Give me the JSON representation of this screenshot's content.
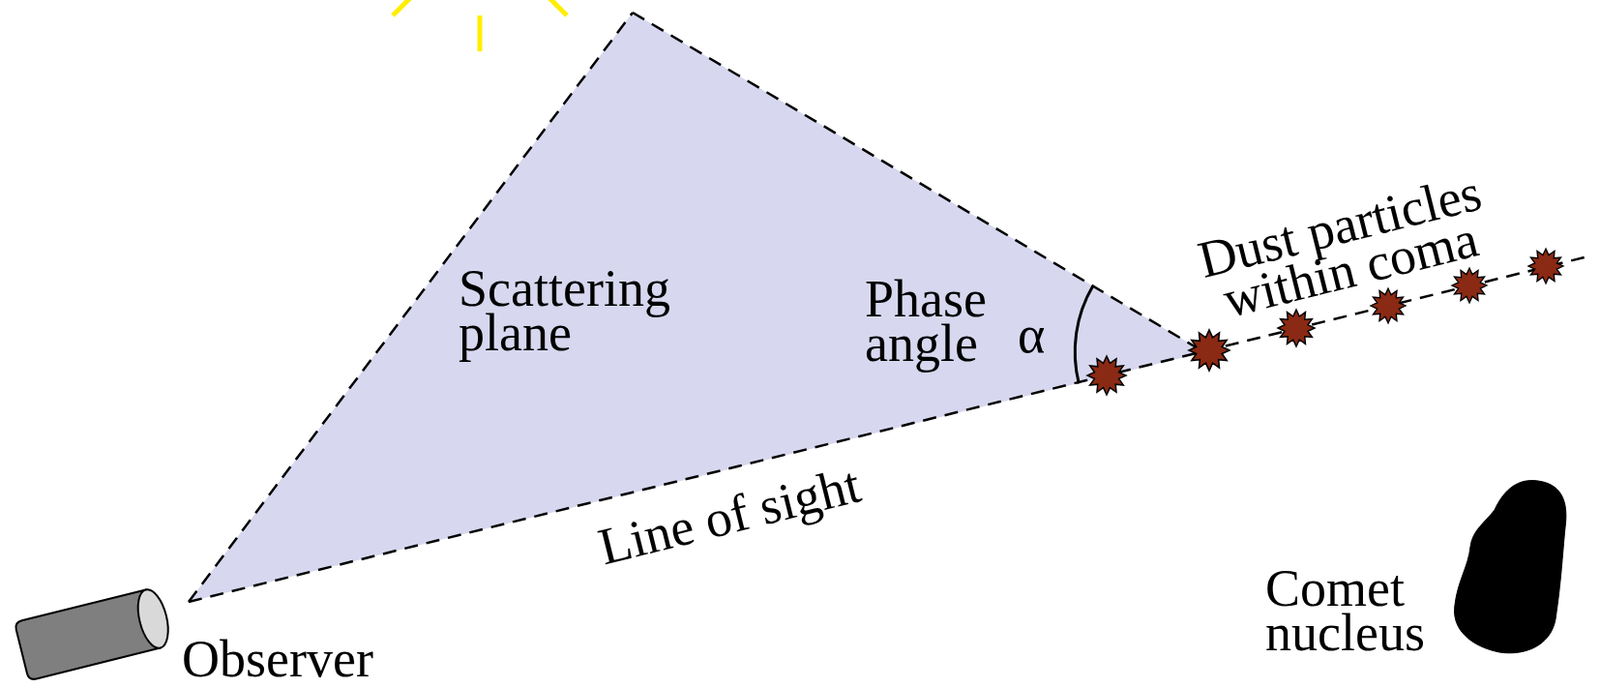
{
  "diagram": {
    "labels": [
      "Scattering plane",
      "Phase angle",
      "α",
      "Dust particles within coma",
      "Line of sight",
      "Comet nucleus",
      "Observer"
    ]
  }
}
